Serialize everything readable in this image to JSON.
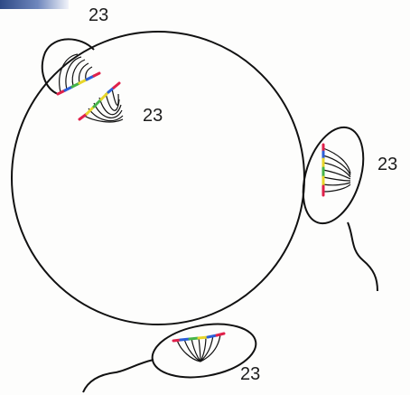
{
  "labels": {
    "polar_body_1": "23",
    "egg_nucleus": "23",
    "sperm_right": "23",
    "sperm_bottom": "23"
  },
  "colors": {
    "outline": "#111111",
    "segment_red": "#e0204a",
    "segment_blue": "#2c5fd8",
    "segment_green": "#46b449",
    "segment_yellow": "#e8d62a",
    "tab_dark": "#2e4a86",
    "tab_light": "#c6d2ea"
  }
}
